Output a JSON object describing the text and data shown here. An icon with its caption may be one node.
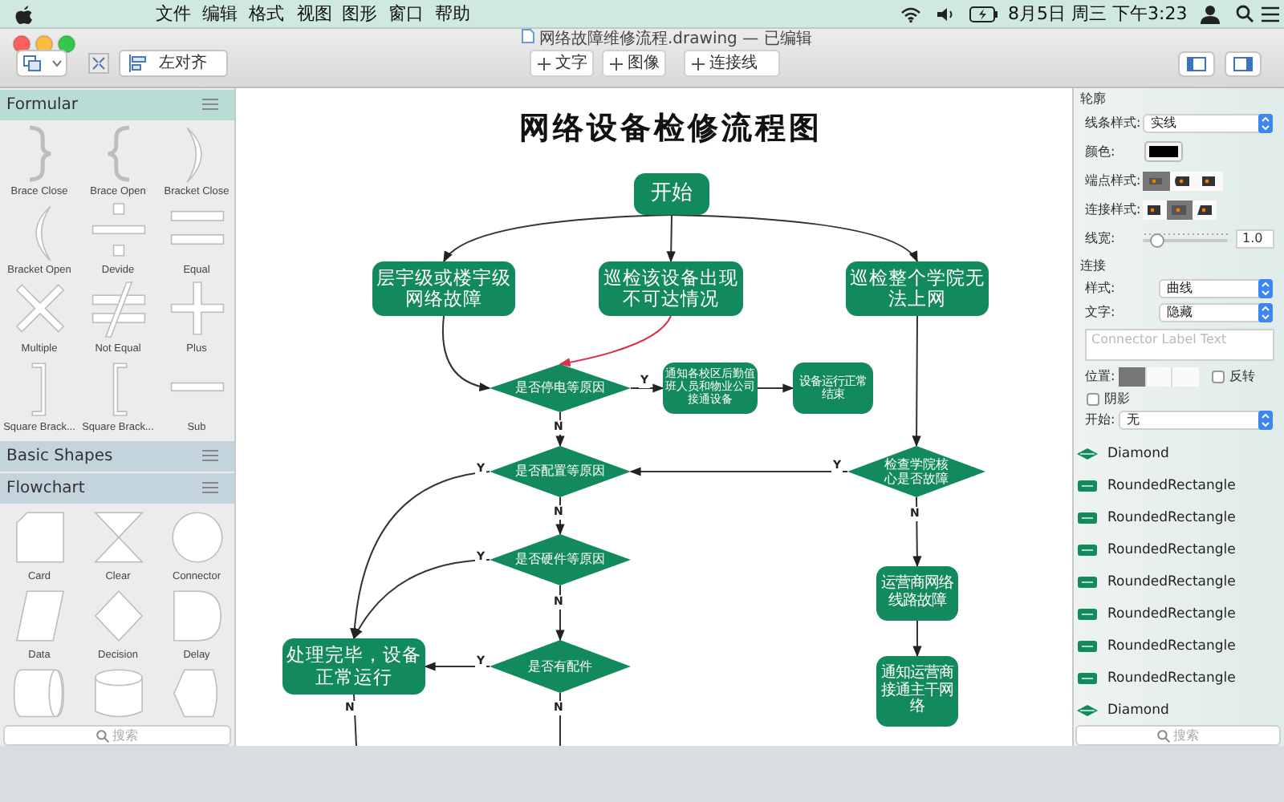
{
  "diagram": {
    "title": "网络设备检修流程图",
    "nodes": [
      {
        "text": [
          "开始"
        ]
      },
      {
        "text": [
          "层宇级或楼宇级网络故障"
        ]
      },
      {
        "text": [
          "巡检该设备出现不可达情况"
        ]
      },
      {
        "text": [
          "巡检整个学院无法上网"
        ]
      },
      {
        "text": [
          "是否停电等原因"
        ]
      },
      {
        "text": [
          "通知各校区后勤值班人员和物业公司接通设备"
        ]
      },
      {
        "text": [
          "设备运行正常结束"
        ]
      },
      {
        "text": [
          "是否配置等原因"
        ]
      },
      {
        "text": [
          "检查学院核心是否故障"
        ]
      },
      {
        "text": [
          "是否硬件等原因"
        ]
      },
      {
        "text": [
          "处理完毕，设备正常运行"
        ]
      },
      {
        "text": [
          "是否有配件"
        ]
      },
      {
        "text": [
          "运营商网络线路故障"
        ]
      },
      {
        "text": [
          "通知运营商接通主干网络"
        ]
      }
    ],
    "edges": [
      {
        "from": 0,
        "to": 1,
        "arrow": "to"
      },
      {
        "from": 0,
        "to": 2,
        "arrow": "to"
      },
      {
        "from": 0,
        "to": 3,
        "arrow": "to"
      },
      {
        "from": 1,
        "to": 4,
        "arrow": "to"
      },
      {
        "from": 2,
        "to": 4,
        "arrow": "to",
        "color": "#d9304a"
      },
      {
        "from": 4,
        "to": 5,
        "arrow": "to",
        "label": "Y"
      },
      {
        "from": 5,
        "to": 6,
        "arrow": "to"
      },
      {
        "from": 4,
        "to": 7,
        "arrow": "to",
        "label": "N"
      },
      {
        "from": 3,
        "to": 8,
        "arrow": "to"
      },
      {
        "from": 8,
        "to": 7,
        "arrow": "to",
        "label": "Y"
      },
      {
        "from": 7,
        "to": 9,
        "arrow": "to",
        "label": "N"
      },
      {
        "from": 7,
        "to": 10,
        "arrow": "to",
        "label": "Y"
      },
      {
        "from": 9,
        "to": 10,
        "arrow": "to",
        "label": "Y"
      },
      {
        "from": 9,
        "to": 11,
        "arrow": "to",
        "label": "N"
      },
      {
        "from": 11,
        "to": 10,
        "arrow": "to",
        "label": "Y"
      },
      {
        "from": 8,
        "to": 12,
        "arrow": "to",
        "label": "N"
      },
      {
        "from": 12,
        "to": 13,
        "arrow": "to"
      },
      {
        "from": 10,
        "to": null,
        "arrow": "none",
        "label": "N"
      },
      {
        "from": 11,
        "to": null,
        "arrow": "none",
        "label": "N"
      }
    ],
    "labels": [
      "文件",
      "编辑",
      "格式",
      "视图",
      "图形",
      "窗口",
      "帮助",
      "8月5日 周三 下午3:23",
      "网络故障维修流程.drawing — 已编辑",
      "左对齐",
      "文字",
      "图像",
      "连接线",
      "Formular",
      "Brace Close",
      "Brace Open",
      "Bracket Close",
      "Bracket Open",
      "Devide",
      "Equal",
      "Multiple",
      "Not Equal",
      "Plus",
      "Square Brack...",
      "Square Brack...",
      "Sub",
      "Basic Shapes",
      "Flowchart",
      "Card",
      "Clear",
      "Connector",
      "Data",
      "Decision",
      "Delay",
      "搜索",
      "轮廓",
      "线条样式:",
      "实线",
      "颜色:",
      "端点样式:",
      "连接样式:",
      "线宽:",
      "1.0",
      "连接",
      "样式:",
      "曲线",
      "文字:",
      "隐藏",
      "Connector Label Text",
      "位置:",
      "反转",
      "阴影",
      "开始:",
      "无",
      "Diamond",
      "RoundedRectangle",
      "RoundedRectangle",
      "RoundedRectangle",
      "RoundedRectangle",
      "RoundedRectangle",
      "RoundedRectangle",
      "RoundedRectangle",
      "Diamond",
      "搜索"
    ]
  }
}
